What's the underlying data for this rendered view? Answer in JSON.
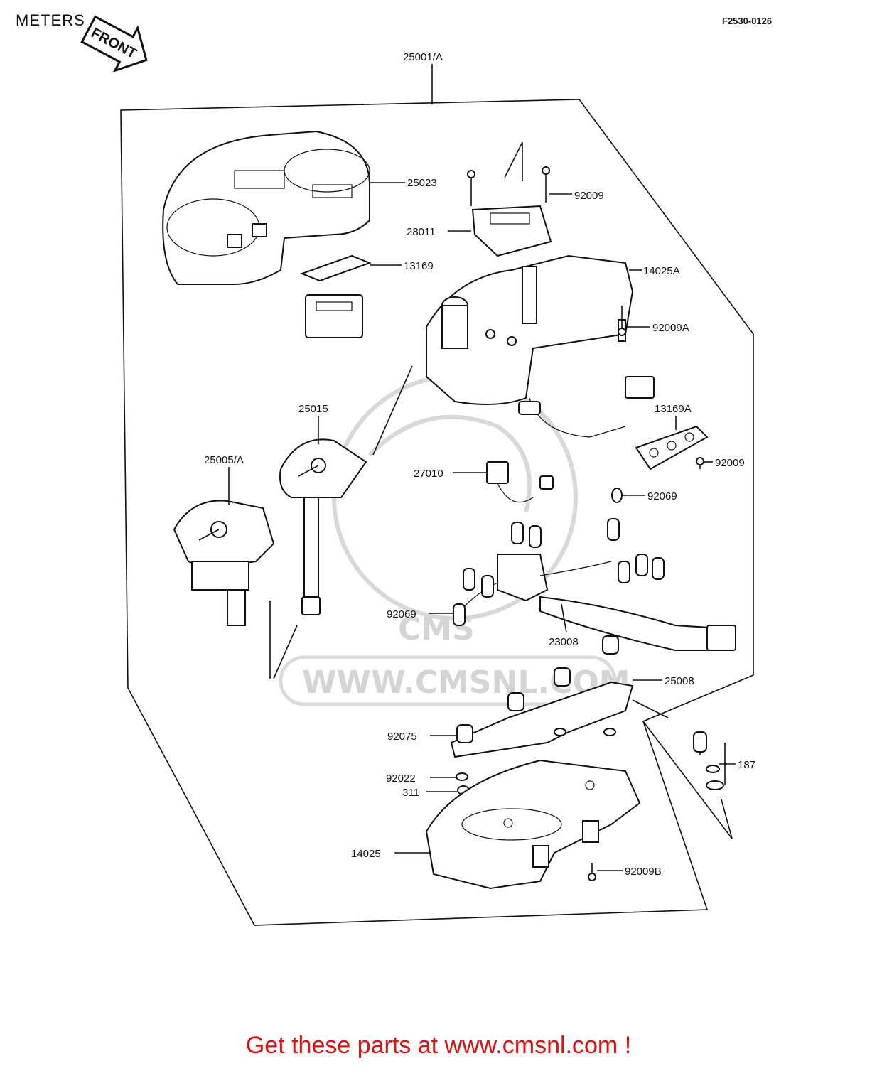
{
  "header": {
    "title": "METERS",
    "code": "F2530-0126",
    "front_label": "FRONT"
  },
  "watermark": {
    "logo_text": "CMS",
    "url_text": "WWW.CMSNL.COM"
  },
  "parts": {
    "p25001": "25001/A",
    "p25023": "25023",
    "p92009_top": "92009",
    "p28011": "28011",
    "p13169": "13169",
    "p14025A": "14025A",
    "p92009A": "92009A",
    "p13169A": "13169A",
    "p25015": "25015",
    "p25005": "25005/A",
    "p27010": "27010",
    "p92009_mid": "92009",
    "p92069_top": "92069",
    "p92069_left": "92069",
    "p23008": "23008",
    "p25008": "25008",
    "p92075": "92075",
    "p92022": "92022",
    "p311": "311",
    "p187": "187",
    "p14025": "14025",
    "p92009B": "92009B"
  },
  "footer": {
    "cta": "Get these parts at www.cmsnl.com !"
  }
}
